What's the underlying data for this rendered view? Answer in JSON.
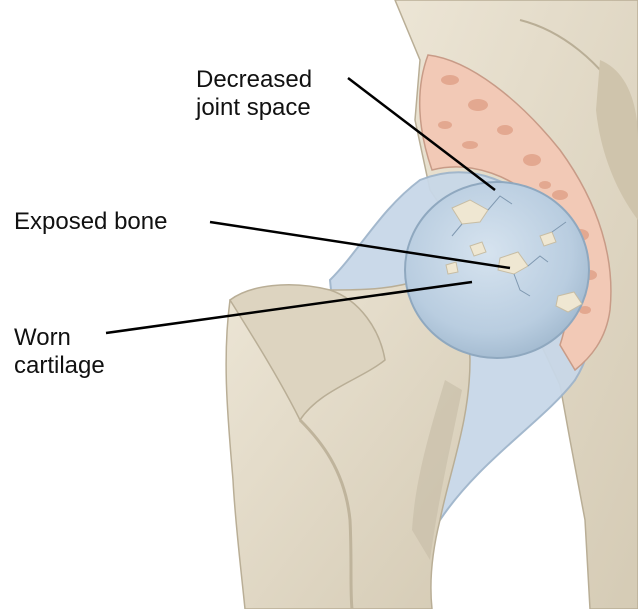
{
  "labels": {
    "decreased_line1": "Decreased",
    "decreased_line2": "joint space",
    "exposed_bone": "Exposed bone",
    "worn_line1": "Worn",
    "worn_line2": "cartilage"
  },
  "colors": {
    "bone": "#e4dccb",
    "bone_shadow": "#c9bfa9",
    "cartilage": "#b8cde0",
    "femoral_head": "#c3d5e6",
    "cancellous_bone": "#f0c7b3",
    "exposed_bone": "#efe7d2",
    "leader_line": "#000000"
  }
}
